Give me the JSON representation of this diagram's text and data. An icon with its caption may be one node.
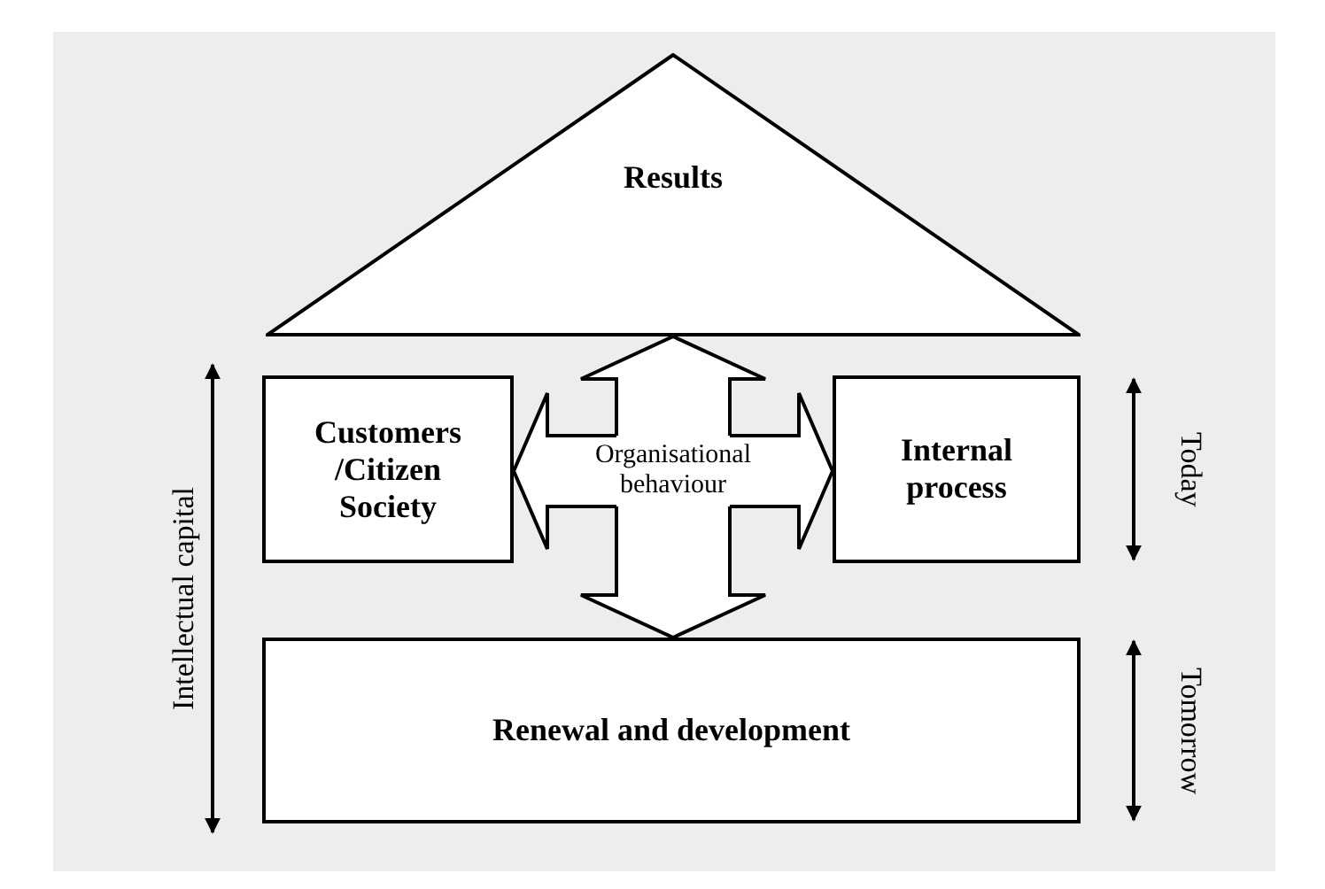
{
  "diagram": {
    "nodes": [
      {
        "text": [
          "Results"
        ]
      },
      {
        "text": [
          "Customers /Citizen Society"
        ]
      },
      {
        "text": [
          "Organisational behaviour"
        ]
      },
      {
        "text": [
          "Internal process"
        ]
      },
      {
        "text": [
          "Renewal and development"
        ]
      }
    ],
    "edges": [
      {
        "from": 2,
        "to": 0,
        "arrow": "to"
      },
      {
        "from": 2,
        "to": 1,
        "arrow": "to"
      },
      {
        "from": 2,
        "to": 3,
        "arrow": "to"
      },
      {
        "from": 2,
        "to": 4,
        "arrow": "to"
      }
    ],
    "labels": [
      "Intellectual capital",
      "Today",
      "Tomorrow"
    ]
  }
}
